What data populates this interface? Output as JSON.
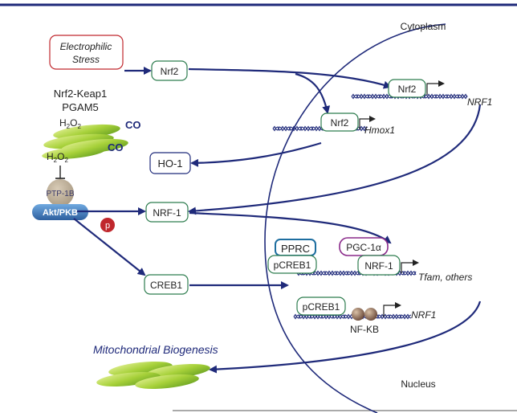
{
  "regions": {
    "cytoplasm": "Cytoplasm",
    "nucleus": "Nucleus"
  },
  "stimulus": {
    "electrophilic": "Electrophilic",
    "stress": "Stress"
  },
  "upstream": {
    "keap": "Nrf2-Keap1",
    "pgam": "PGAM5",
    "h2o2_top": "H",
    "h2o2_top_sub": "2",
    "h2o2_top_mid": "O",
    "h2o2_top_sub2": "2",
    "co_1": "CO",
    "co_2": "CO",
    "h2o2_bottom": "H",
    "h2o2_bottom_sub": "2",
    "h2o2_bottom_mid": "O",
    "h2o2_bottom_sub2": "2"
  },
  "kinase": {
    "ptp": "PTP-1B",
    "akt": "Akt/PKB",
    "phospho": "p"
  },
  "cyto_boxes": {
    "nrf2": "Nrf2",
    "ho1": "HO-1",
    "nrf1": "NRF-1",
    "creb1": "CREB1"
  },
  "nuclear": {
    "nrf2_a": "Nrf2",
    "gene_nrf1_a": "NRF1",
    "nrf2_b": "Nrf2",
    "gene_hmox1": "Hmox1",
    "pprc": "PPRC",
    "pgc_prefix": "PGC-1",
    "pgc_alpha": "α",
    "pcreb1_a": "pCREB1",
    "nrf1_box": "NRF-1",
    "gene_tfam": "Tfam, others",
    "pcreb1_b": "pCREB1",
    "nfkb": "NF-KB",
    "gene_nrf1_b": "NRF1"
  },
  "outcome": "Mitochondrial Biogenesis",
  "colors": {
    "navy": "#1f2a7a",
    "green_box": "#2e7d4f",
    "red_box": "#c0272d",
    "purple_box": "#8a2a8a",
    "teal_box": "#1e6ea0",
    "mito_green": "#8dc63f"
  }
}
